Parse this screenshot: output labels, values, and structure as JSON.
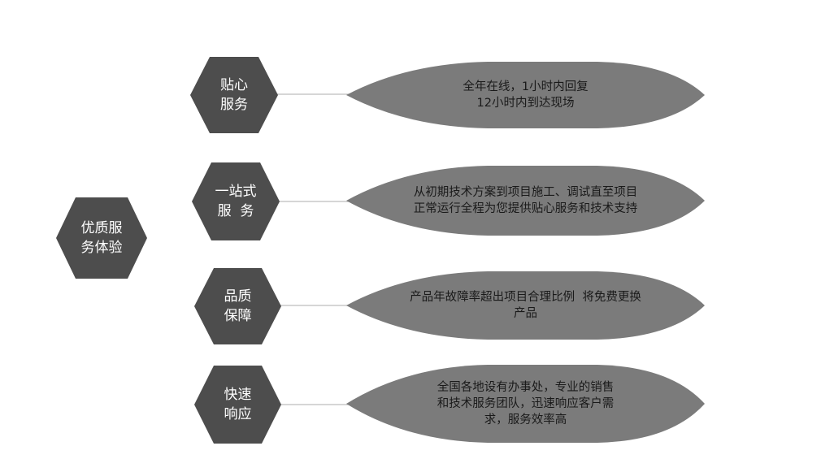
{
  "colors": {
    "hexagon_fill": "#4d4d4d",
    "banner_fill": "#7b7b7b",
    "connector": "#bdbdbd",
    "banner_text": "#1a1a1a",
    "hexagon_text": "#ffffff"
  },
  "root": {
    "lines": [
      "优质服",
      "务体验"
    ]
  },
  "branches": [
    {
      "label_lines": [
        "贴心",
        "服务"
      ],
      "desc_lines": [
        "全年在线，1小时内回复",
        "12小时内到达现场"
      ]
    },
    {
      "label_lines": [
        "一站式",
        "服  务"
      ],
      "desc_lines": [
        "从初期技术方案到项目施工、调试直至项目",
        "正常运行全程为您提供贴心服务和技术支持"
      ]
    },
    {
      "label_lines": [
        "品质",
        "保障"
      ],
      "desc_lines": [
        "产品年故障率超出项目合理比例  将免费更换",
        "产品"
      ]
    },
    {
      "label_lines": [
        "快速",
        "响应"
      ],
      "desc_lines": [
        "全国各地设有办事处，专业的销售",
        "和技术服务团队，迅速响应客户需",
        "求，服务效率高"
      ]
    }
  ]
}
